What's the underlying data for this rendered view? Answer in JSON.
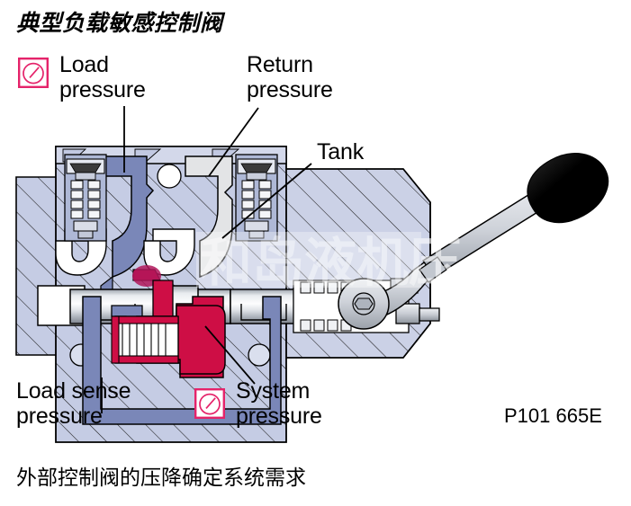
{
  "figure": {
    "title": "典型负载敏感控制阀",
    "caption": "外部控制阀的压降确定系统需求",
    "drawing_code": "P101 665E",
    "watermark_text": "和岛液机压",
    "subject": "hydraulic load-sensing directional control valve cross-section",
    "callouts": [
      {
        "id": "load-pressure",
        "label": "Load\npressure",
        "has_gauge_icon": true,
        "gauge_color": "#E5236A",
        "leader": "vertical-down"
      },
      {
        "id": "return-pressure",
        "label": "Return\npressure",
        "has_gauge_icon": false,
        "leader": "diagonal-down-left"
      },
      {
        "id": "tank",
        "label": "Tank",
        "has_gauge_icon": false,
        "leader": "diagonal-down-left"
      },
      {
        "id": "load-sense-pressure",
        "label": "Load sense\npressure",
        "has_gauge_icon": false,
        "leader": "vertical-up"
      },
      {
        "id": "system-pressure",
        "label": "System\npressure",
        "has_gauge_icon": true,
        "gauge_color": "#E5236A",
        "leader": "diagonal-up-left"
      }
    ],
    "colors": {
      "body_fill": "#C5CCE4",
      "body_fill_light": "#DADFEE",
      "load_pressure_blue": "#7A87B8",
      "return_pressure_grey": "#E3E4E6",
      "system_pressure_red": "#CE0E45",
      "metal_light": "#F2F3F5",
      "metal_mid": "#BFC4CC",
      "handle_black": "#000000",
      "outline": "#000000",
      "gauge_pink": "#E5236A"
    }
  }
}
